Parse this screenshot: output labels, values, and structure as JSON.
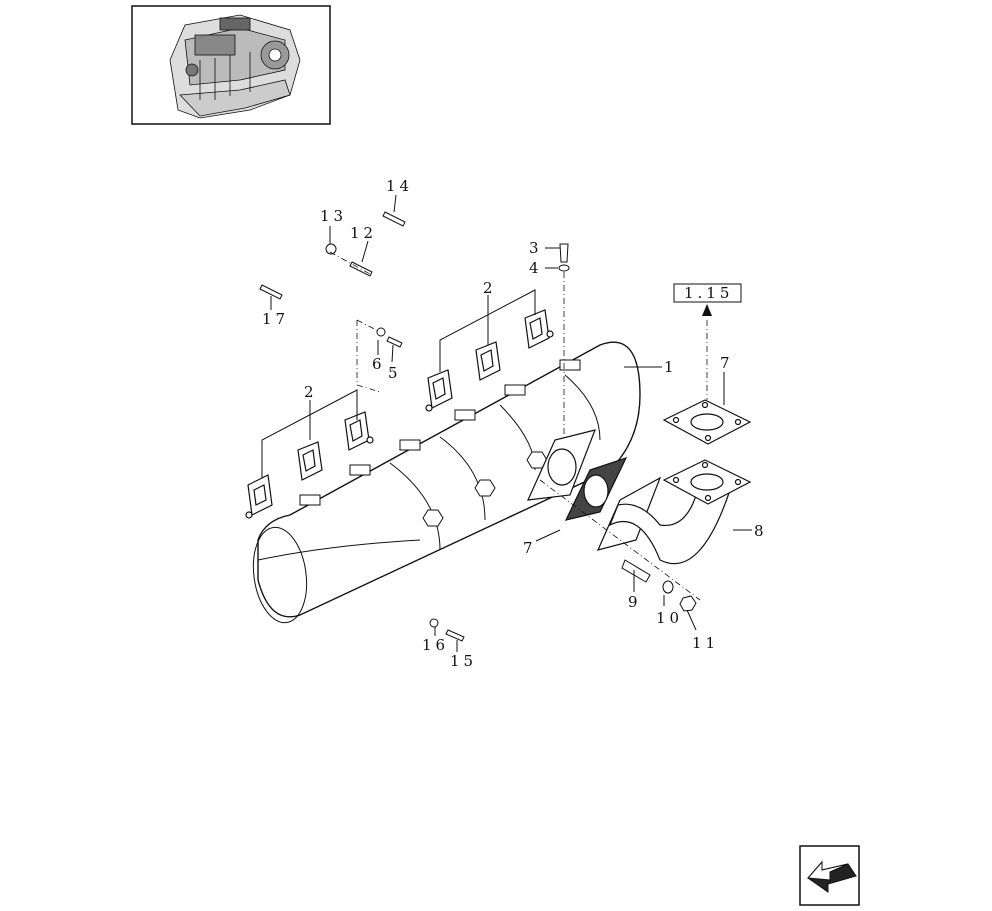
{
  "reference_box": "1.15",
  "callouts": {
    "c1": "1",
    "c2a": "2",
    "c2b": "2",
    "c3": "3",
    "c4": "4",
    "c5": "5",
    "c6": "6",
    "c7a": "7",
    "c7b": "7",
    "c8": "8",
    "c9": "9",
    "c10": "10",
    "c11": "11",
    "c12": "12",
    "c13": "13",
    "c14": "14",
    "c15": "15",
    "c16": "16",
    "c17": "17"
  },
  "icons": {
    "thumbnail": "engine-thumbnail-icon",
    "navigation": "back-arrow-icon"
  }
}
